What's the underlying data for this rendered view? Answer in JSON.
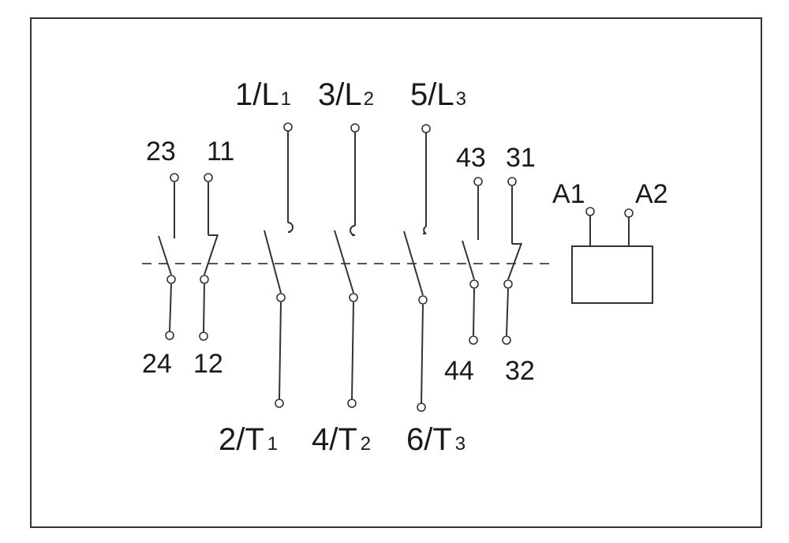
{
  "diagram": {
    "colors": {
      "line": "#333333",
      "frame": "#333333",
      "text": "#1a1a1a"
    },
    "main_contacts": [
      {
        "top_label": "1/L",
        "top_sub": "1",
        "bottom_label": "2/T",
        "bottom_sub": "1"
      },
      {
        "top_label": "3/L",
        "top_sub": "2",
        "bottom_label": "4/T",
        "bottom_sub": "2"
      },
      {
        "top_label": "5/L",
        "top_sub": "3",
        "bottom_label": "6/T",
        "bottom_sub": "3"
      }
    ],
    "aux_contacts": [
      {
        "type": "NO",
        "top": "23",
        "bottom": "24"
      },
      {
        "type": "NC",
        "top": "11",
        "bottom": "12"
      },
      {
        "type": "NO",
        "top": "43",
        "bottom": "44"
      },
      {
        "type": "NC",
        "top": "31",
        "bottom": "32"
      }
    ],
    "coil": {
      "left": "A1",
      "right": "A2"
    }
  }
}
